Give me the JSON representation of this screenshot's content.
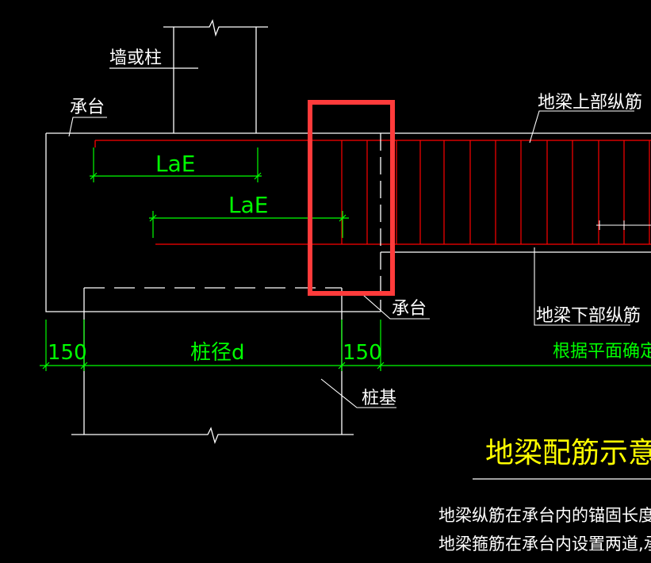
{
  "labels": {
    "wall_or_column": "墙或柱",
    "cap_top": "承台",
    "beam_top_bars": "地梁上部纵筋",
    "lae_1": "LaE",
    "lae_2": "LaE",
    "cap_bottom": "承台",
    "beam_bottom_bars": "地梁下部纵筋",
    "dim_left_150": "150",
    "pile_diameter": "桩径d",
    "dim_right_150": "150",
    "by_plan": "根据平面确定",
    "pile_foundation": "桩基",
    "title": "地梁配筋示意图",
    "note_line_1": "地梁纵筋在承台内的锚固长度从",
    "note_line_2": "地梁箍筋在承台内设置两道,承"
  },
  "colors": {
    "background": "#000000",
    "outline": "#ffffff",
    "rebar": "#ff0000",
    "dimension": "#00ff00",
    "title": "#ffff00",
    "highlight": "#ff3b3b"
  }
}
